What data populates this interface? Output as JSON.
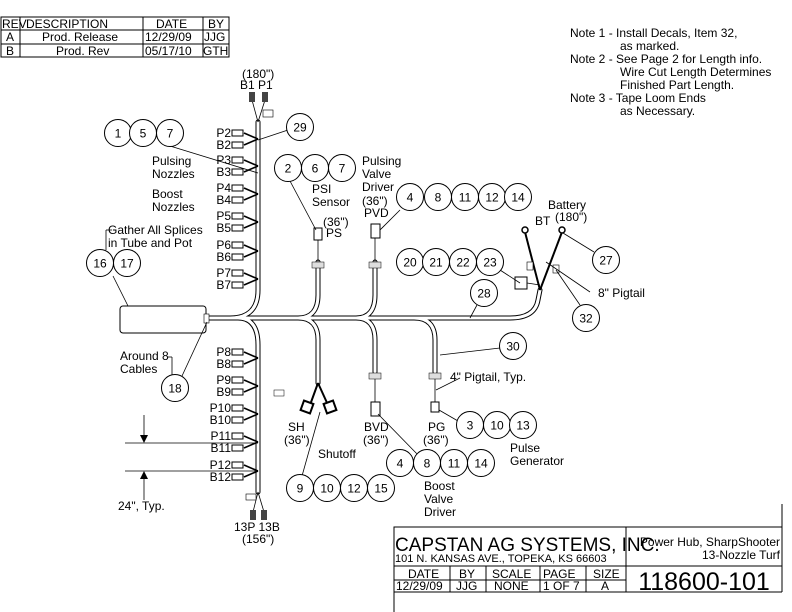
{
  "revision_table": {
    "headers": [
      "REV",
      "DESCRIPTION",
      "DATE",
      "BY"
    ],
    "rows": [
      [
        "A",
        "Prod. Release",
        "12/29/09",
        "JJG"
      ],
      [
        "B",
        "Prod. Rev",
        "05/17/10",
        "GTH"
      ]
    ]
  },
  "notes": [
    "Note 1 - Install Decals, Item 32,",
    "as marked.",
    "Note 2 - See Page 2 for Length info.",
    "Wire Cut Length Determines",
    "Finished Part Length.",
    "Note 3 - Tape Loom Ends",
    "as Necessary."
  ],
  "labels": {
    "b1p1_len": "(180\")",
    "b1p1": "B1 P1",
    "pulsing_nozzles": [
      "Pulsing",
      "Nozzles"
    ],
    "boost_nozzles": [
      "Boost",
      "Nozzles"
    ],
    "gather": [
      "Gather All Splices",
      "in Tube and Pot"
    ],
    "psi_sensor": [
      "PSI",
      "Sensor"
    ],
    "ps": [
      "(36\")",
      "PS"
    ],
    "pvd": [
      "Pulsing",
      "Valve",
      "Driver",
      "(36\")",
      "PVD"
    ],
    "battery": [
      "Battery",
      "(180\")"
    ],
    "bt": "BT",
    "pigtail8": "8\" Pigtail",
    "around8": [
      "Around 8",
      "Cables"
    ],
    "pigtail4": "4\" Pigtail, Typ.",
    "sh": [
      "SH",
      "(36\")"
    ],
    "shutoff": "Shutoff",
    "bvd": [
      "BVD",
      "(36\")"
    ],
    "pg": [
      "PG",
      "(36\")"
    ],
    "pulse_gen": [
      "Pulse",
      "Generator"
    ],
    "boost_valve": [
      "Boost",
      "Valve",
      "Driver"
    ],
    "typ24": "24\", Typ.",
    "b13": [
      "13P  13B",
      "(156\")"
    ]
  },
  "connectors_upper": [
    [
      "P2",
      "B2"
    ],
    [
      "P3",
      "B3"
    ],
    [
      "P4",
      "B4"
    ],
    [
      "P5",
      "B5"
    ],
    [
      "P6",
      "B6"
    ],
    [
      "P7",
      "B7"
    ]
  ],
  "connectors_lower": [
    [
      "P8",
      "B8"
    ],
    [
      "P9",
      "B9"
    ],
    [
      "P10",
      "B10"
    ],
    [
      "P11",
      "B11"
    ],
    [
      "P12",
      "B12"
    ]
  ],
  "balloons": {
    "nozzle_items": [
      "1",
      "5",
      "7"
    ],
    "harness": [
      "29"
    ],
    "psi": [
      "2",
      "6",
      "7"
    ],
    "pvd": [
      "4",
      "8",
      "11",
      "12",
      "14"
    ],
    "bt_conn": [
      "20",
      "21",
      "22",
      "23"
    ],
    "battery": [
      "27"
    ],
    "trunk": [
      "28"
    ],
    "decal": [
      "32"
    ],
    "splice": [
      "16",
      "17"
    ],
    "tie": [
      "18"
    ],
    "pigtail": [
      "30"
    ],
    "pulse": [
      "3",
      "10",
      "13"
    ],
    "bvd": [
      "4",
      "8",
      "11",
      "14"
    ],
    "shutoff": [
      "9",
      "10",
      "12",
      "15"
    ]
  },
  "title_block": {
    "company": "CAPSTAN AG SYSTEMS, INC.",
    "address": "101 N. KANSAS AVE., TOPEKA, KS 66603",
    "description": [
      "Power Hub, SharpShooter",
      "13-Nozzle Turf"
    ],
    "headers": [
      "DATE",
      "BY",
      "SCALE",
      "PAGE",
      "SIZE"
    ],
    "values": [
      "12/29/09",
      "JJG",
      "NONE",
      "1 OF 7",
      "A"
    ],
    "part_number": "118600-101"
  }
}
